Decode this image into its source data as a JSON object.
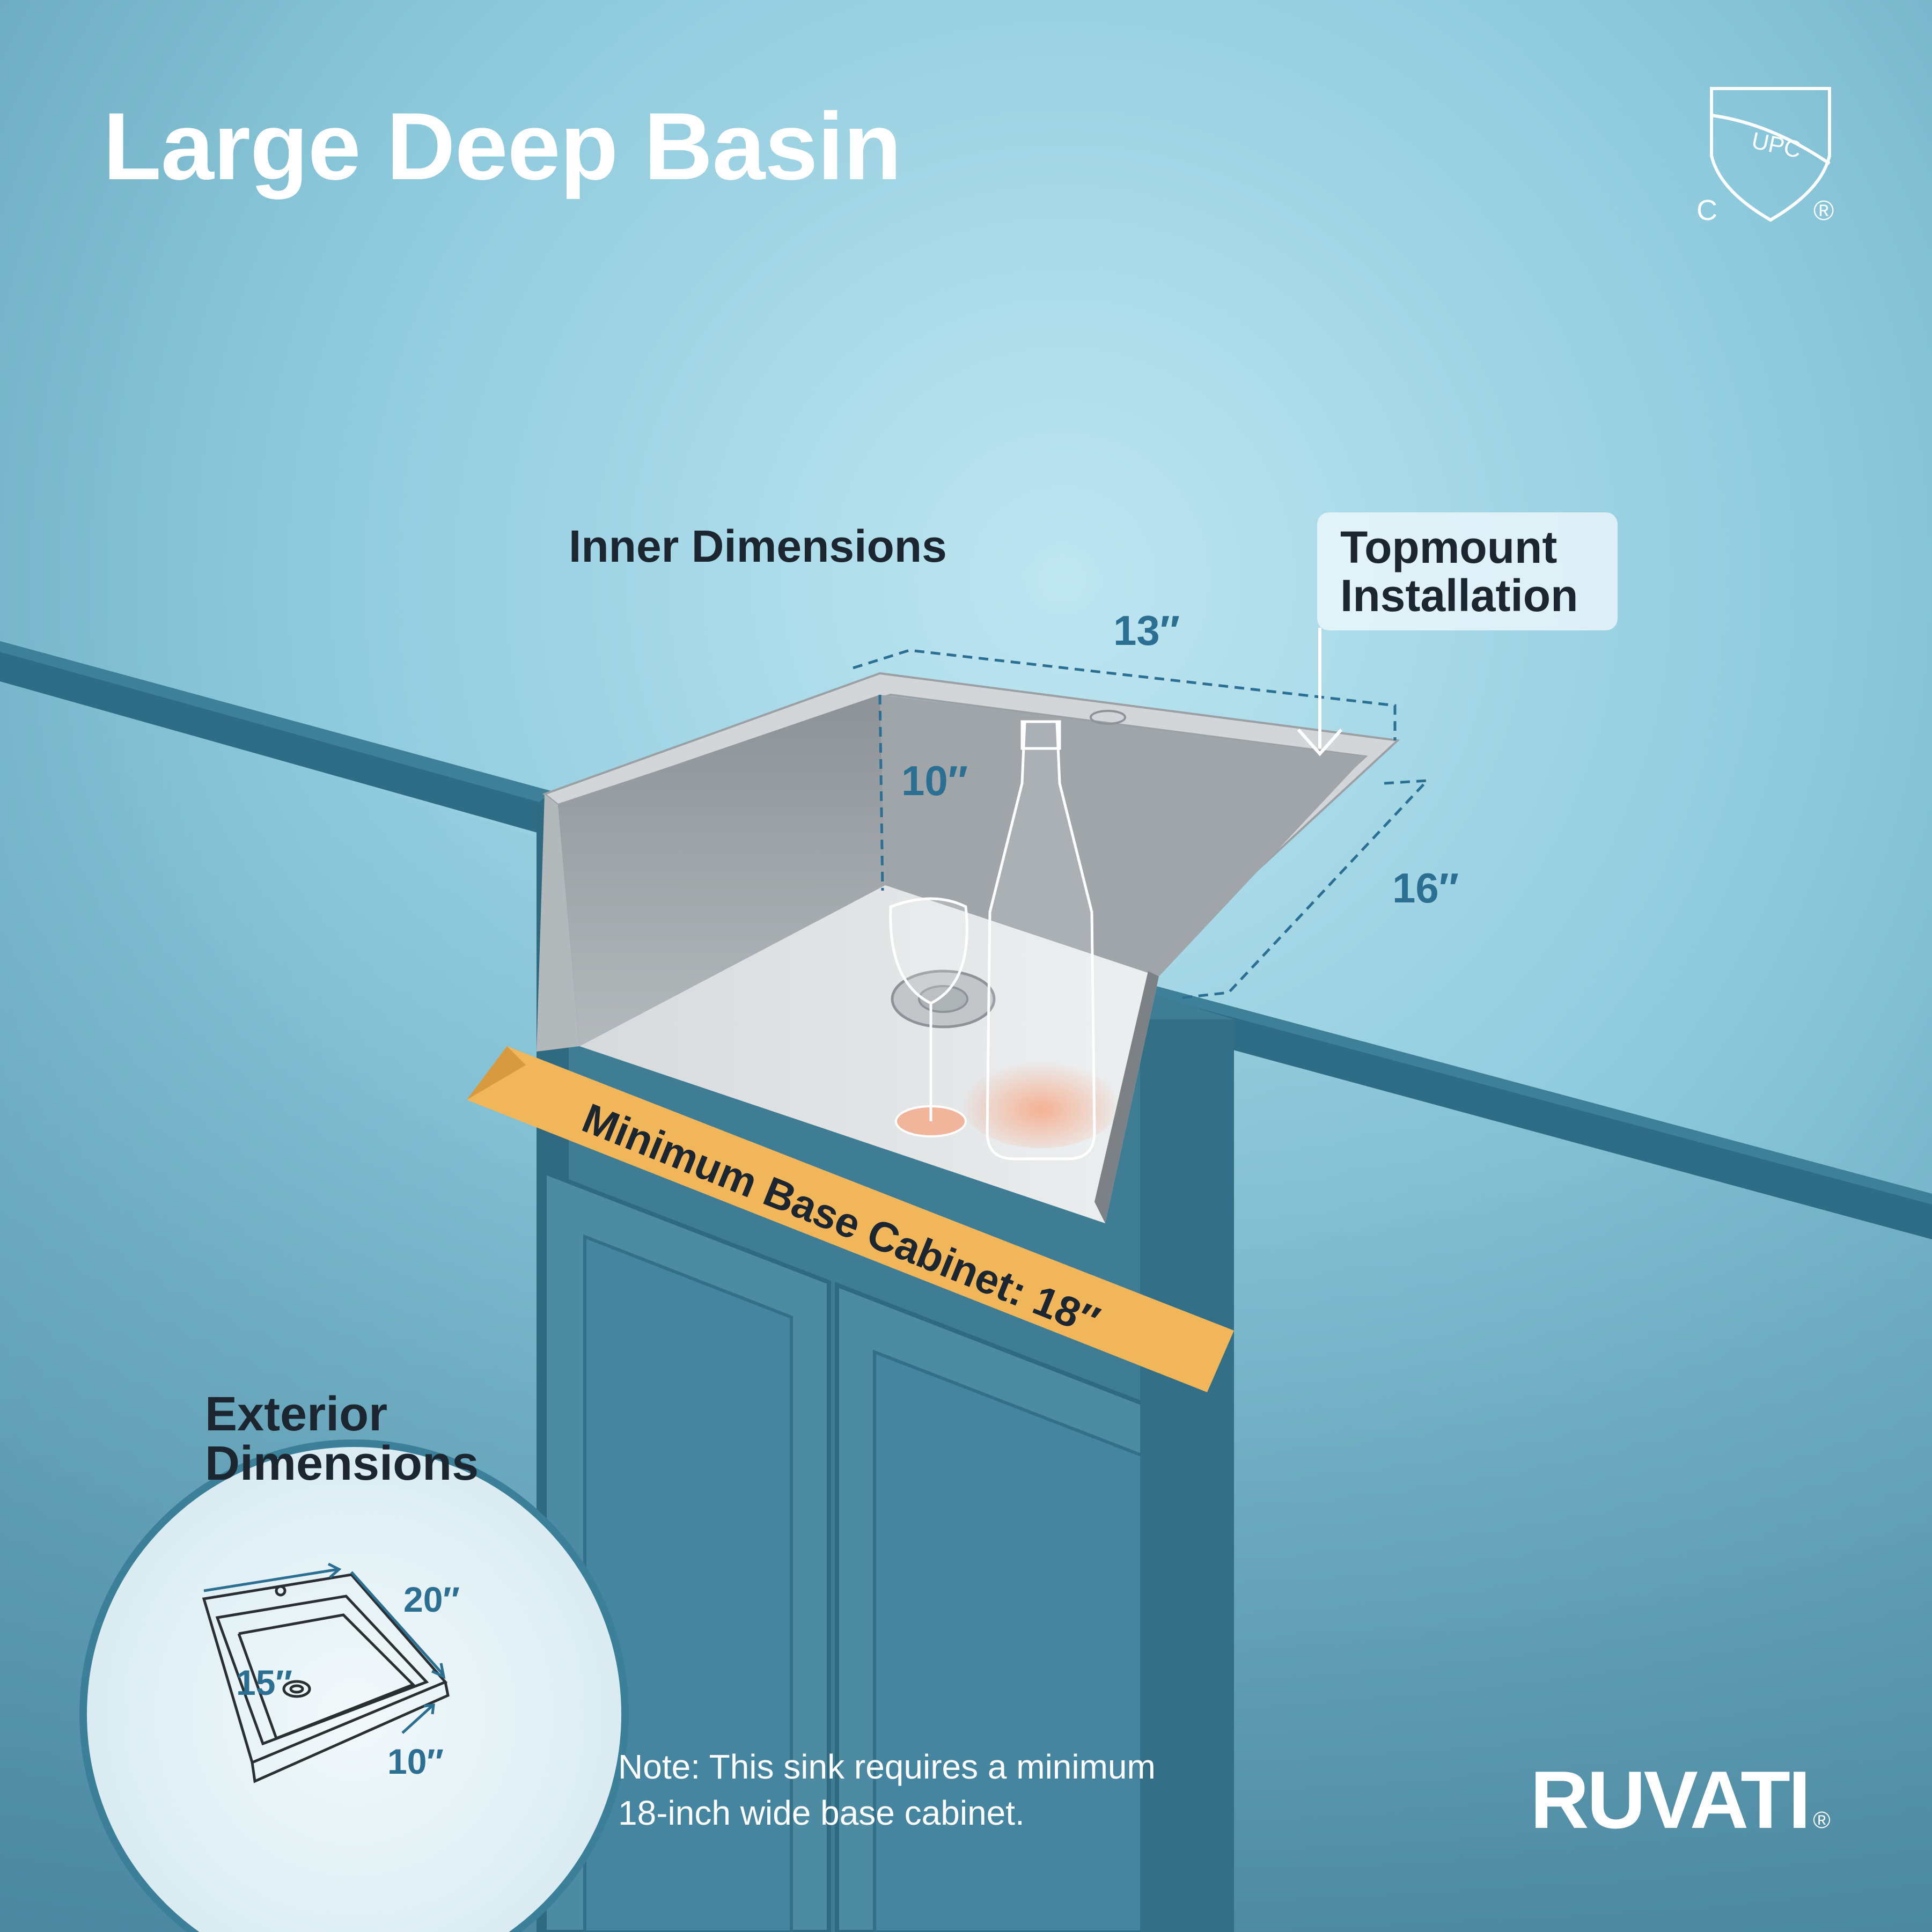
{
  "title": "Large Deep Basin",
  "certification": {
    "shield_text": "UPC",
    "left_mark": "C",
    "right_mark": "®"
  },
  "inner_dimensions": {
    "label": "Inner Dimensions",
    "width": "13″",
    "height": "10″",
    "depth": "16″"
  },
  "installation_callout": "Topmount\nInstallation",
  "minimum_cabinet": "Minimum Base Cabinet: 18″",
  "exterior_dimensions": {
    "label": "Exterior\nDimensions",
    "width": "15″",
    "depth": "20″",
    "height": "10″"
  },
  "note": "Note: This sink requires a minimum\n18-inch wide base cabinet.",
  "brand": "RUVATI",
  "brand_mark": "®",
  "colors": {
    "background_top": "#a9dbe9",
    "background_bottom": "#4d889f",
    "counter_top": "#2d6a82",
    "accent_orange": "#f1b65a",
    "dimension_blue": "#2b6f93",
    "text_dark": "#1c2630"
  }
}
